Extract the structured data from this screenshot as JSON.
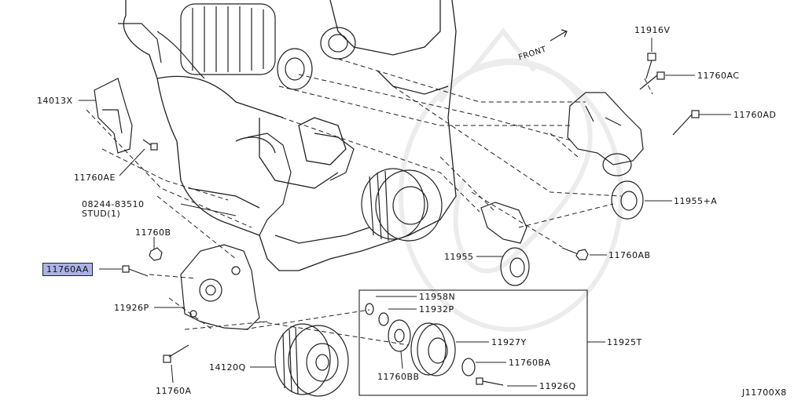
{
  "diagram_id": "J11700X8",
  "front_label": "FRONT",
  "highlight_color": "#aab2e6",
  "labels": {
    "p14013x": "14013X",
    "p11760ae": "11760AE",
    "p08244_83510": "08244-83510",
    "stud": "STUD(1)",
    "p11760b": "11760B",
    "p11760aa": "11760AA",
    "p11926p": "11926P",
    "p14120q": "14120Q",
    "p11760a": "11760A",
    "p11958n": "11958N",
    "p11932p": "11932P",
    "p11927y": "11927Y",
    "p11925t": "11925T",
    "p11760bb": "11760BB",
    "p11760ba": "11760BA",
    "p11926q": "11926Q",
    "p11955": "11955",
    "p11760ab": "11760AB",
    "p11955a": "11955+A",
    "p11916v": "11916V",
    "p11760ac": "11760AC",
    "p11760ad": "11760AD"
  }
}
